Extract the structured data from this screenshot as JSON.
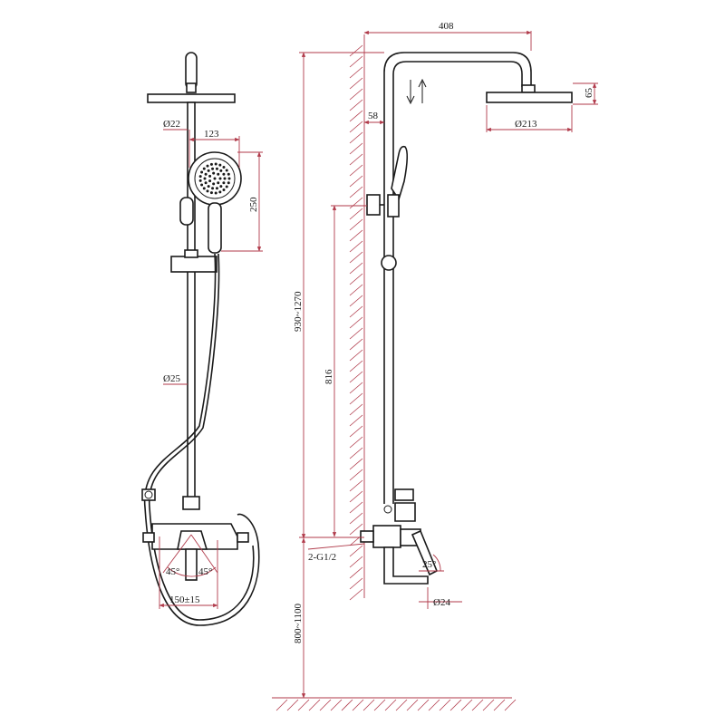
{
  "dimensions": {
    "width_top": "408",
    "head_height": "65",
    "head_diameter": "Ø213",
    "arm_offset": "58",
    "pipe_diameter_top": "Ø22",
    "handshower_width": "123",
    "handshower_height": "250",
    "riser_diameter": "Ø25",
    "total_height_range": "930~1270",
    "mixer_height": "816",
    "inlet_thread": "2-G1/2",
    "spout_diameter": "Ø24",
    "floor_height_range": "800~1100",
    "center_distance": "150±15",
    "angle_left": "45°",
    "angle_right": "45°",
    "handle_angle": "25°"
  },
  "colors": {
    "ink": "#1a1a1a",
    "dimension": "#b03a4a"
  }
}
